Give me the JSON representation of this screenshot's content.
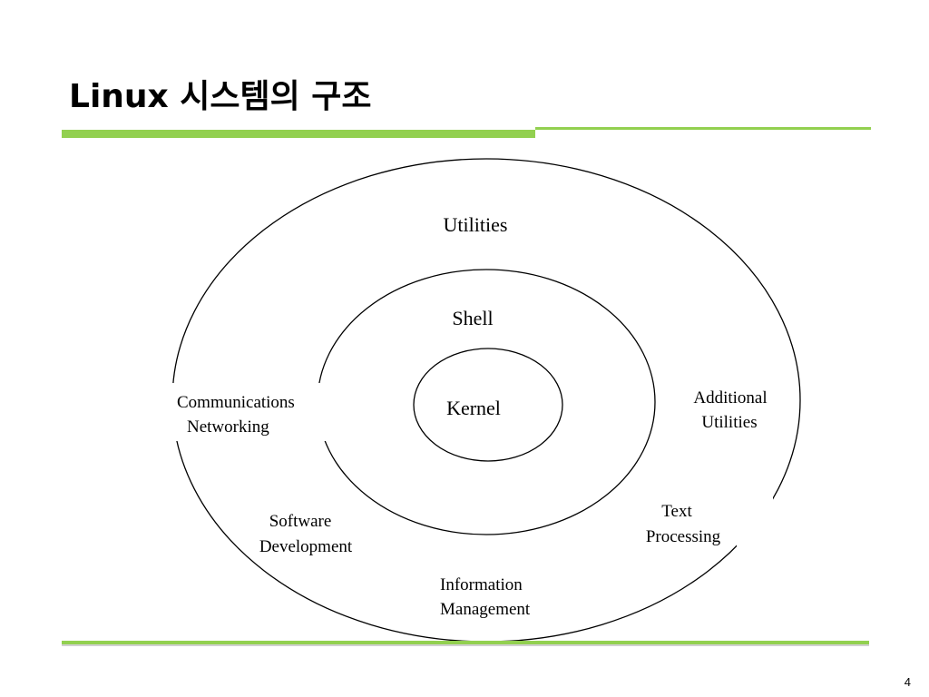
{
  "slide": {
    "title": "Linux 시스템의 구조",
    "page_number": "4"
  },
  "colors": {
    "accent_bar": "#92d050",
    "line": "#000000"
  },
  "diagram": {
    "layers": {
      "outer": "Utilities",
      "middle": "Shell",
      "core": "Kernel"
    },
    "segments": {
      "communications": [
        "Communications",
        "Networking"
      ],
      "software": [
        "Software",
        "Development"
      ],
      "information": [
        "Information",
        "Management"
      ],
      "text": [
        "Text",
        "Processing"
      ],
      "additional": [
        "Additional",
        "Utilities"
      ]
    }
  }
}
